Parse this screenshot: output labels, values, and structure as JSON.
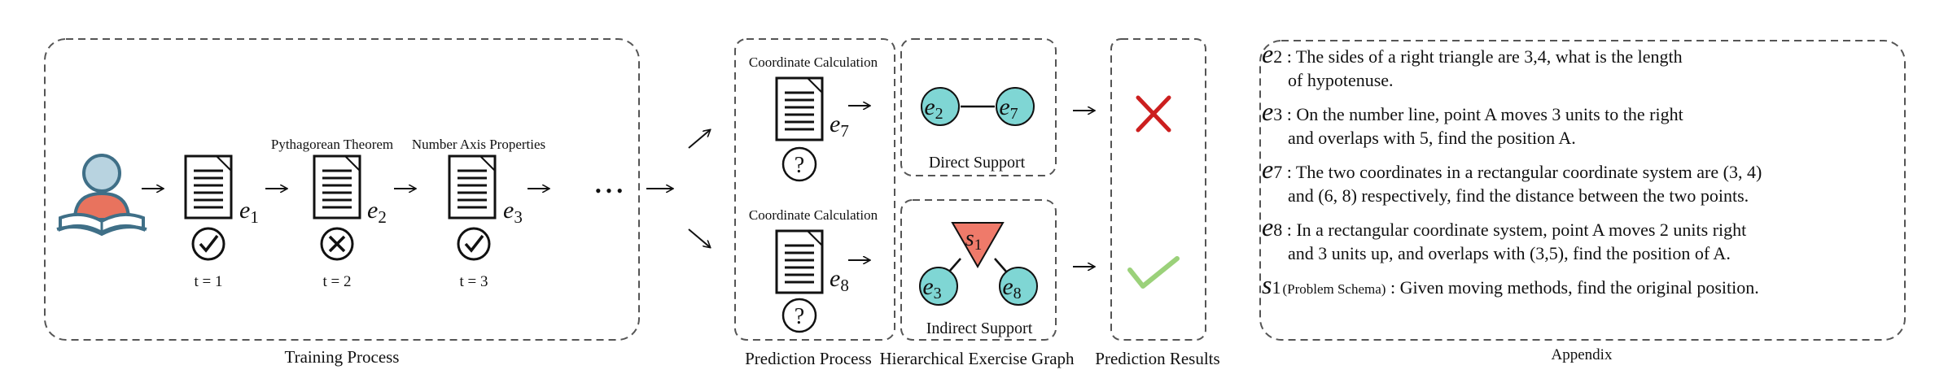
{
  "panels": {
    "training": "Training Process",
    "prediction": "Prediction Process",
    "graph": "Hierarchical Exercise Graph",
    "results": "Prediction Results",
    "appendix": "Appendix"
  },
  "training": {
    "steps": [
      {
        "exercise_base": "e",
        "exercise_sub": "1",
        "time": "t = 1",
        "result": "correct",
        "concept": ""
      },
      {
        "exercise_base": "e",
        "exercise_sub": "2",
        "time": "t = 2",
        "result": "wrong",
        "concept": "Pythagorean Theorem"
      },
      {
        "exercise_base": "e",
        "exercise_sub": "3",
        "time": "t = 3",
        "result": "correct",
        "concept": "Number Axis Properties"
      }
    ],
    "ellipsis": "• • •"
  },
  "prediction": {
    "items": [
      {
        "concept": "Coordinate Calculation",
        "exercise_base": "e",
        "exercise_sub": "7",
        "mark": "?"
      },
      {
        "concept": "Coordinate Calculation",
        "exercise_base": "e",
        "exercise_sub": "8",
        "mark": "?"
      }
    ]
  },
  "graph": {
    "direct": {
      "label": "Direct Support",
      "nodes": [
        {
          "base": "e",
          "sub": "2"
        },
        {
          "base": "e",
          "sub": "7"
        }
      ]
    },
    "indirect": {
      "label": "Indirect Support",
      "schema": {
        "base": "s",
        "sub": "1"
      },
      "nodes": [
        {
          "base": "e",
          "sub": "3"
        },
        {
          "base": "e",
          "sub": "8"
        }
      ]
    }
  },
  "results": [
    {
      "result": "incorrect",
      "icon": "cross-icon"
    },
    {
      "result": "correct",
      "icon": "check-icon"
    }
  ],
  "appendix": [
    {
      "sym": "e",
      "sub": "2",
      "tag": "",
      "lines": [
        ": The sides of a right triangle are 3,4, what is the length",
        "of hypotenuse."
      ]
    },
    {
      "sym": "e",
      "sub": "3",
      "tag": "",
      "lines": [
        ": On the number line, point A moves 3 units to the right",
        "and overlaps with 5, find the position A."
      ]
    },
    {
      "sym": "e",
      "sub": "7",
      "tag": "",
      "lines": [
        ": The two coordinates in a rectangular coordinate system are (3, 4)",
        "and (6, 8) respectively, find the distance between the two points."
      ]
    },
    {
      "sym": "e",
      "sub": "8",
      "tag": "",
      "lines": [
        ": In a rectangular coordinate system, point A moves 2 units right",
        "and 3 units up, and overlaps with (3,5), find the position of  A."
      ]
    },
    {
      "sym": "s",
      "sub": "1",
      "tag": "(Problem Schema)",
      "lines": [
        ": Given moving methods, find the original position."
      ]
    }
  ],
  "colors": {
    "node_fill": "#7fd6d4",
    "schema_fill": "#ef7a6a",
    "cross": "#cc1f1f",
    "check": "#9bd17a",
    "dash": "#555555",
    "student_skin": "#b8d3e0",
    "student_shirt": "#e8735e",
    "book": "#3f6f87"
  }
}
